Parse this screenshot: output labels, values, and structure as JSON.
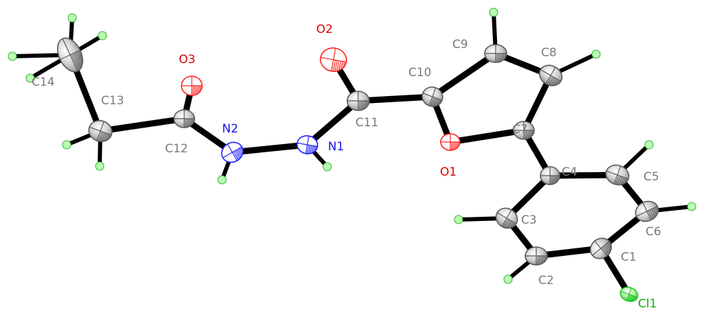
{
  "colors": {
    "background": "#ffffff",
    "bond": "#000000",
    "carbon": "#d8d8d8",
    "carbon_dark": "#5a5a5a",
    "oxygen": "#ff2020",
    "nitrogen": "#2020ff",
    "chlorine": "#22cc22",
    "hydrogen": "#b8ffb0",
    "hydrogen_edge": "#30b030",
    "label_carbon": "#7a7a7a",
    "label_oxygen": "#dd0000",
    "label_nitrogen": "#1111ee",
    "label_chlorine": "#11aa11"
  },
  "atoms": [
    {
      "id": "C14",
      "label": "C14",
      "element": "C"
    },
    {
      "id": "C13",
      "label": "C13",
      "element": "C"
    },
    {
      "id": "C12",
      "label": "C12",
      "element": "C"
    },
    {
      "id": "O3",
      "label": "O3",
      "element": "O"
    },
    {
      "id": "N2",
      "label": "N2",
      "element": "N"
    },
    {
      "id": "N1",
      "label": "N1",
      "element": "N"
    },
    {
      "id": "C11",
      "label": "C11",
      "element": "C"
    },
    {
      "id": "O2",
      "label": "O2",
      "element": "O"
    },
    {
      "id": "C10",
      "label": "C10",
      "element": "C"
    },
    {
      "id": "O1",
      "label": "O1",
      "element": "O"
    },
    {
      "id": "C9",
      "label": "C9",
      "element": "C"
    },
    {
      "id": "C8",
      "label": "C8",
      "element": "C"
    },
    {
      "id": "C7",
      "label": "C7",
      "element": "C"
    },
    {
      "id": "C4",
      "label": "C4",
      "element": "C"
    },
    {
      "id": "C5",
      "label": "C5",
      "element": "C"
    },
    {
      "id": "C6",
      "label": "C6",
      "element": "C"
    },
    {
      "id": "C1",
      "label": "C1",
      "element": "C"
    },
    {
      "id": "C2",
      "label": "C2",
      "element": "C"
    },
    {
      "id": "C3",
      "label": "C3",
      "element": "C"
    },
    {
      "id": "Cl1",
      "label": "Cl1",
      "element": "Cl"
    }
  ],
  "hydrogens": [
    "H14A",
    "H14B",
    "H14C",
    "H14D",
    "H13A",
    "H13B",
    "H2N",
    "H1N",
    "H9",
    "H8",
    "H5",
    "H6",
    "H2",
    "H3"
  ],
  "bonds": [
    [
      "C14",
      "C13"
    ],
    [
      "C13",
      "C12"
    ],
    [
      "C12",
      "O3"
    ],
    [
      "C12",
      "N2"
    ],
    [
      "N2",
      "N1"
    ],
    [
      "N1",
      "C11"
    ],
    [
      "C11",
      "O2"
    ],
    [
      "C11",
      "C10"
    ],
    [
      "C10",
      "C9"
    ],
    [
      "C9",
      "C8"
    ],
    [
      "C8",
      "C7"
    ],
    [
      "C7",
      "O1"
    ],
    [
      "O1",
      "C10"
    ],
    [
      "C7",
      "C4"
    ],
    [
      "C4",
      "C5"
    ],
    [
      "C5",
      "C6"
    ],
    [
      "C6",
      "C1"
    ],
    [
      "C1",
      "C2"
    ],
    [
      "C2",
      "C3"
    ],
    [
      "C3",
      "C4"
    ],
    [
      "C1",
      "Cl1"
    ],
    [
      "C14",
      "H14A"
    ],
    [
      "C14",
      "H14B"
    ],
    [
      "C14",
      "H14C"
    ],
    [
      "C14",
      "H14D"
    ],
    [
      "C13",
      "H13A"
    ],
    [
      "C13",
      "H13B"
    ],
    [
      "N2",
      "H2N"
    ],
    [
      "N1",
      "H1N"
    ],
    [
      "C9",
      "H9"
    ],
    [
      "C8",
      "H8"
    ],
    [
      "C5",
      "H5"
    ],
    [
      "C6",
      "H6"
    ],
    [
      "C2",
      "H2"
    ],
    [
      "C3",
      "H3"
    ]
  ]
}
